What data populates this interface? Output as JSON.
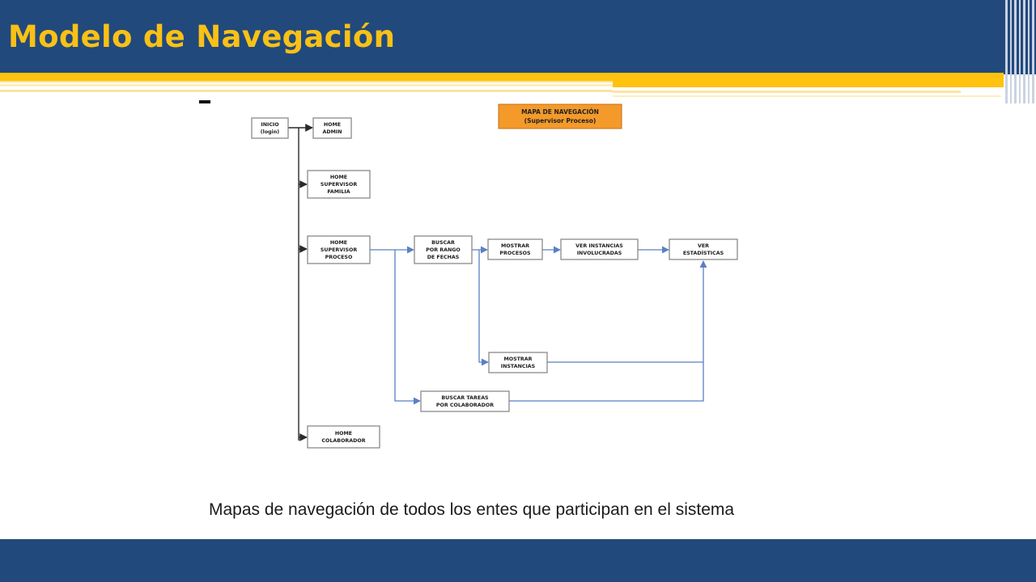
{
  "slide": {
    "title": "Modelo de Navegación",
    "caption": "Mapas de navegación de todos los entes que participan en el sistema",
    "dash": "-"
  },
  "colors": {
    "header": "#22497c",
    "title": "#f9c116",
    "gold": "#ffc20e",
    "legend_fill": "#f39a2b",
    "edge_blue": "#5b7fc6",
    "edge_black": "#2a2a2a"
  },
  "diagram": {
    "legend": {
      "lines": [
        "MAPA DE NAVEGACIÓN",
        "(Supervisor Proceso)"
      ]
    },
    "nodes": {
      "inicio": {
        "lines": [
          "INICIO",
          "(login)"
        ]
      },
      "home_admin": {
        "lines": [
          "HOME",
          "ADMIN"
        ]
      },
      "home_supervisor_familia": {
        "lines": [
          "HOME",
          "SUPERVISOR",
          "FAMILIA"
        ]
      },
      "home_supervisor_proceso": {
        "lines": [
          "HOME",
          "SUPERVISOR",
          "PROCESO"
        ]
      },
      "buscar_rango_fechas": {
        "lines": [
          "BUSCAR",
          "POR RANGO",
          "DE FECHAS"
        ]
      },
      "mostrar_procesos": {
        "lines": [
          "MOSTRAR",
          "PROCESOS"
        ]
      },
      "ver_instancias": {
        "lines": [
          "VER INSTANCIAS",
          "INVOLUCRADAS"
        ]
      },
      "ver_estadisticas": {
        "lines": [
          "VER",
          "ESTADÍSTICAS"
        ]
      },
      "mostrar_instancias": {
        "lines": [
          "MOSTRAR",
          "INSTANCIAS"
        ]
      },
      "buscar_tareas": {
        "lines": [
          "BUSCAR TAREAS",
          "POR COLABORADOR"
        ]
      },
      "home_colaborador": {
        "lines": [
          "HOME",
          "COLABORADOR"
        ]
      }
    }
  }
}
